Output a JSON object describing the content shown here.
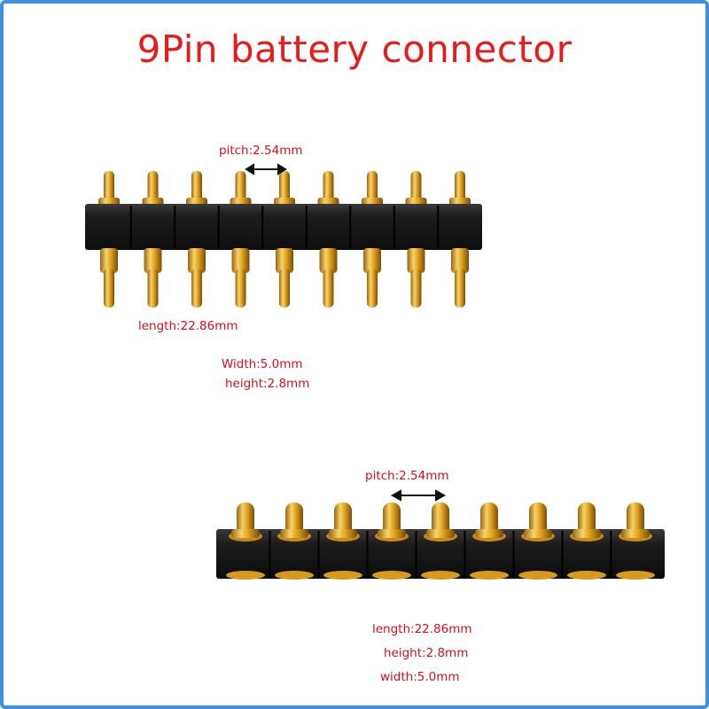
{
  "title": "9Pin battery connector",
  "colors": {
    "title": "#e81a1a",
    "label": "#d4101a",
    "border": "#3d8fe0",
    "housing": "#1d1d1d",
    "pin_gold": "#e0a21e"
  },
  "pin_count": 9,
  "connector_top": {
    "pitch_label": "pitch:2.54mm",
    "length_label": "length:22.86mm",
    "width_label": "Width:5.0mm",
    "height_label": "height:2.8mm"
  },
  "connector_bottom": {
    "pitch_label": "pitch:2.54mm",
    "length_label": "length:22.86mm",
    "height_label": "height:2.8mm",
    "width_label": "width:5.0mm"
  }
}
